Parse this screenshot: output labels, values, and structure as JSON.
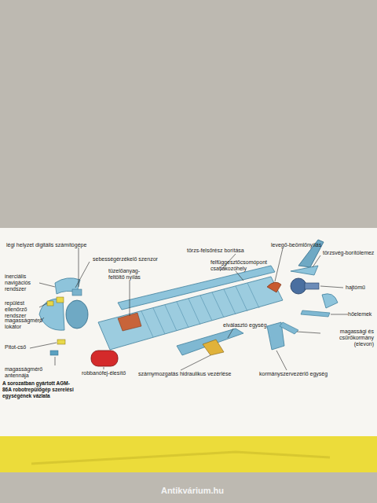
{
  "diagram": {
    "caption": "A sorozatban gyártott AGM-86A robotrepülőgép szerelési egységének vázlata",
    "labels": [
      "légi helyzet digitális számítógépe",
      "sebességérzékelő szenzor",
      "törzs-felsőrész borítása",
      "levegő-beömlőnyílás",
      "törzsvég-borítólemez",
      "felfüggesztőcsomópont csatlakozóhely",
      "tüzelőanyag-feltöltő nyílás",
      "inerciális navigációs rendszer",
      "hajtómű",
      "repülést ellenőrző rendszer",
      "magasságmérő lokátor",
      "hőelemek",
      "magassági és csűrőkormány (elevon)",
      "Pitot-cső",
      "elválasztó egység",
      "magasságmérő antennája",
      "robbanófej-élesítő",
      "szárnymozgatás hidraulikus vezérlése",
      "kormányszervezérlő egység",
      "Antikvárium.hu"
    ]
  }
}
